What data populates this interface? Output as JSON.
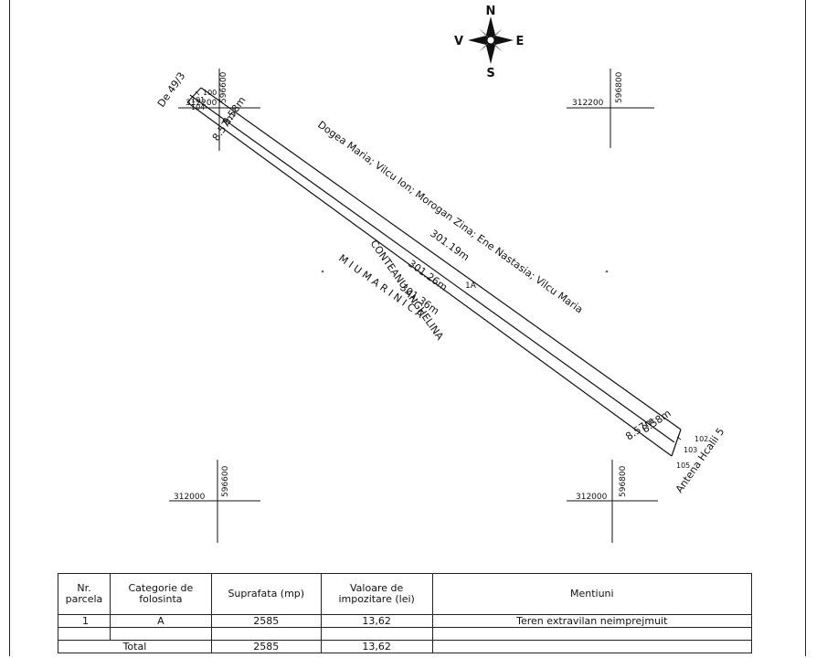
{
  "compass": {
    "north": "N",
    "south": "S",
    "east": "E",
    "west": "V"
  },
  "grid_crosses": [
    {
      "x_label": "312200",
      "y_label": "596600"
    },
    {
      "x_label": "312200",
      "y_label": "596800"
    },
    {
      "x_label": "312000",
      "y_label": "596600"
    },
    {
      "x_label": "312000",
      "y_label": "596800"
    }
  ],
  "parcel": {
    "id_label": "1A",
    "owner_center": "CONTEANU ANGHELINA",
    "neighbor_ne": "Dogea Maria; Vilcu Ion; Morogan Zina; Ene Nastasia; Vilcu Maria",
    "neighbor_sw": "M I U   M A R I N I C A",
    "neighbor_nw": "De 49/3",
    "neighbor_se": "Antena Hcalii 5",
    "lengths": {
      "ne_side": "301.19m",
      "mid_line": "301.26m",
      "sw_side": "301.36m"
    },
    "widths": {
      "nw_top": "8.58m",
      "nw_bottom": "8.57m",
      "se_top": "8.58m",
      "se_bottom": "8.57m"
    },
    "vertices": {
      "v100": "100",
      "v101": "101",
      "v104": "104",
      "v102": "102",
      "v103": "103",
      "v105": "105"
    }
  },
  "table": {
    "headers": {
      "nr": "Nr. parcela",
      "categorie": "Categorie de folosinta",
      "suprafata": "Suprafata (mp)",
      "valoare": "Valoare de impozitare (lei)",
      "mentiuni": "Mentiuni"
    },
    "rows": [
      {
        "nr": "1",
        "categorie": "A",
        "suprafata": "2585",
        "valoare": "13,62",
        "mentiuni": "Teren extravilan neimprejmuit"
      },
      {
        "nr": "",
        "categorie": "",
        "suprafata": "",
        "valoare": "",
        "mentiuni": ""
      }
    ],
    "total": {
      "label": "Total",
      "suprafata": "2585",
      "valoare": "13,62"
    }
  }
}
